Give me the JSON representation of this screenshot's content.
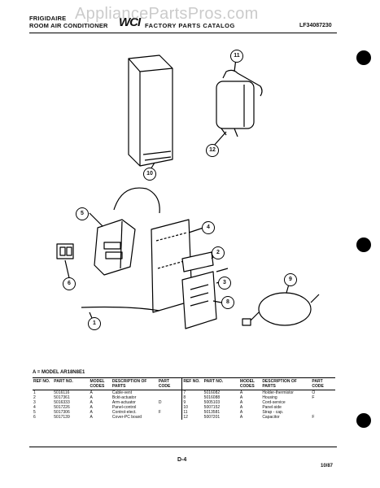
{
  "header": {
    "brand_line1": "FRIGIDAIRE",
    "brand_line2": "ROOM AIR CONDITIONER",
    "logo": "WCI",
    "catalog": "FACTORY PARTS CATALOG",
    "code": "LF34087230"
  },
  "watermark": "AppliancePartsPros.com",
  "callouts": [
    "11",
    "10",
    "12",
    "5",
    "4",
    "2",
    "3",
    "6",
    "1",
    "8",
    "9"
  ],
  "model_line": "A = MODEL AR18N8E1",
  "table": {
    "headers": [
      "REF NO.",
      "PART NO.",
      "MODEL CODES",
      "DESCRIPTION OF PARTS",
      "PART CODE",
      "REF NO.",
      "PART NO.",
      "MODEL CODES",
      "DESCRIPTION OF PARTS",
      "PART CODE"
    ],
    "rows": [
      [
        "1",
        "5016116",
        "A",
        "Cable-vent",
        "",
        "7",
        "5016082",
        "A",
        "Holder-thermistor",
        "O"
      ],
      [
        "2",
        "5017361",
        "A",
        "Bckt-actuator",
        "",
        "8",
        "5016088",
        "A",
        "Housing",
        "F"
      ],
      [
        "3",
        "5016333",
        "A",
        "Arm-actuator",
        "D",
        "9",
        "5005103",
        "A",
        "Cord-service",
        ""
      ],
      [
        "4",
        "5017226",
        "A",
        "Panel-control",
        "",
        "10",
        "5007152",
        "A",
        "Panel-side",
        ""
      ],
      [
        "5",
        "5017306",
        "A",
        "Control-elect.",
        "F",
        "11",
        "5013581",
        "A",
        "Strap - cap.",
        ""
      ],
      [
        "6",
        "5017139",
        "A",
        "Cover-PC board",
        "",
        "12",
        "5007201",
        "A",
        "Capacitor",
        "F"
      ]
    ]
  },
  "page_number": "D-4",
  "date": "10/87"
}
